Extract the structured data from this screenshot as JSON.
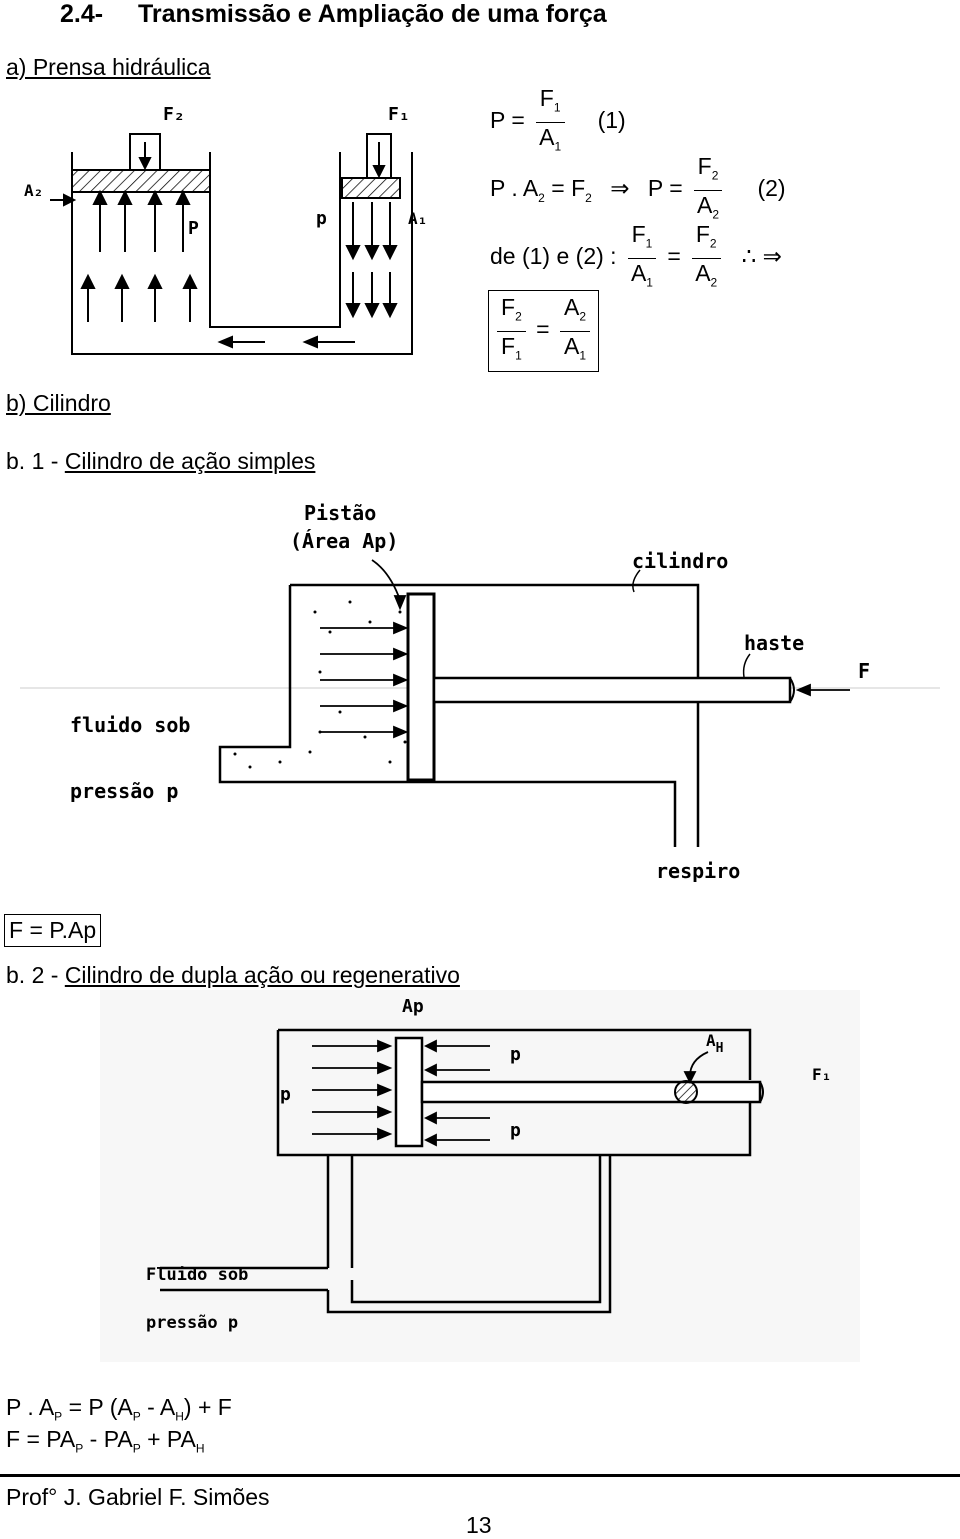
{
  "header": {
    "number": "2.4-",
    "title": "Transmissão e Ampliação de uma força"
  },
  "section_a": {
    "heading": "a) Prensa hidráulica",
    "fig_labels": {
      "f2": "F₂",
      "f1": "F₁",
      "a2": "A₂",
      "a1": "A₁",
      "p_small": "p",
      "p_big": "P"
    },
    "eq1_lhs": "P =",
    "eq1_num": "F",
    "eq1_num_sub": "1",
    "eq1_den": "A",
    "eq1_den_sub": "1",
    "eq1_tag": "(1)",
    "eq2_left": "P . A",
    "eq2_left_sub": "2",
    "eq2_mid": "= F",
    "eq2_mid_sub": "2",
    "eq2_arrow": "⇒",
    "eq2_p": "P =",
    "eq2_num": "F",
    "eq2_num_sub": "2",
    "eq2_den": "A",
    "eq2_den_sub": "2",
    "eq2_tag": "(2)",
    "eq3_prefix": "de (1) e (2)  :",
    "eq3_n1": "F",
    "eq3_n1_sub": "1",
    "eq3_d1": "A",
    "eq3_d1_sub": "1",
    "eq3_eq": "=",
    "eq3_n2": "F",
    "eq3_n2_sub": "2",
    "eq3_d2": "A",
    "eq3_d2_sub": "2",
    "eq3_therefore": "∴  ⇒",
    "res_n1": "F",
    "res_n1_sub": "2",
    "res_d1": "F",
    "res_d1_sub": "1",
    "res_eq": "=",
    "res_n2": "A",
    "res_n2_sub": "2",
    "res_d2": "A",
    "res_d2_sub": "1"
  },
  "section_b": {
    "heading": "b) Cilindro",
    "b1_prefix": "b. 1 - ",
    "b1_title": "Cilindro de ação simples",
    "b1_labels": {
      "pistao": "Pistão",
      "area": "(Área Ap)",
      "cilindro": "cilindro",
      "haste": "haste",
      "force": "F",
      "fluido": "fluido sob",
      "pressao": "pressão p",
      "respiro": "respiro"
    },
    "b1_formula": "F = P.Ap",
    "b2_prefix": "b. 2 - ",
    "b2_title": "Cilindro de dupla ação ou regenerativo",
    "b2_labels": {
      "ap": "Ap",
      "p_left": "p",
      "p_top": "p",
      "p_bottom": "p",
      "ah": "A",
      "ah_sub": "H",
      "f1": "F₁",
      "fluido": "Fluido sob",
      "pressao": "pressão p"
    },
    "b2_eq1": "P . A",
    "b2_eq1_sub": "P",
    "b2_eq1_rest": "= P (A",
    "b2_eq1_sub2": "P",
    "b2_eq1_rest2": " - A",
    "b2_eq1_sub3": "H",
    "b2_eq1_rest3": ") + F",
    "b2_eq2": "F = PA",
    "b2_eq2_sub": "P",
    "b2_eq2_rest": " - PA",
    "b2_eq2_sub2": "P",
    "b2_eq2_rest2": " + PA",
    "b2_eq2_sub3": "H"
  },
  "footer": {
    "author": "Prof° J. Gabriel F. Simões",
    "page": "13"
  }
}
